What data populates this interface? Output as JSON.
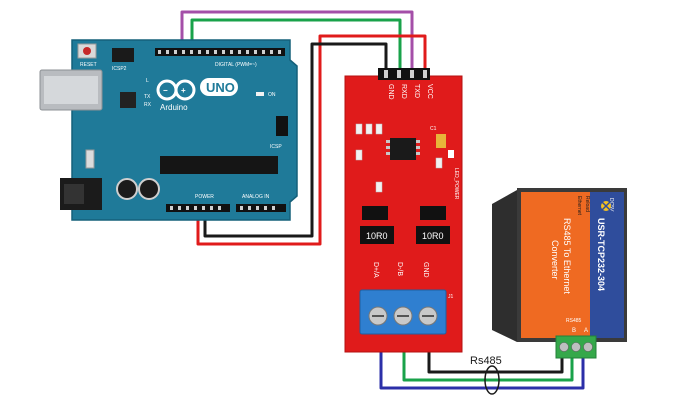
{
  "colors": {
    "arduino_board": "#1f7a99",
    "arduino_board_edge": "#15607a",
    "rs485_board": "#e01b1b",
    "converter_orange": "#ef6a22",
    "converter_blue": "#2f4d9c",
    "converter_case": "#3a3a3a",
    "wire_red": "#e01b1b",
    "wire_black": "#1a1a1a",
    "wire_green": "#19a24a",
    "wire_purple": "#a44fa8",
    "wire_blue": "#2b2fa8",
    "terminal_blue": "#2f7fd0",
    "terminal_green": "#35a84a"
  },
  "arduino": {
    "brand": "Arduino",
    "model": "UNO",
    "reset_label": "RESET",
    "icsp2_label": "ICSP2",
    "icsp_label": "ICSP",
    "digital_label": "DIGITAL (PWM=~)",
    "power_label": "POWER",
    "analog_label": "ANALOG IN",
    "tx_label": "TX",
    "rx_label": "RX",
    "l_label": "L",
    "on_label": "ON"
  },
  "rs485_module": {
    "top_pins": [
      "GND",
      "RXD",
      "TXD",
      "VCC"
    ],
    "resistor_a": "10R0",
    "resistor_b": "10R0",
    "led_label": "LED_POWER",
    "c1_label": "C1",
    "terminals": [
      "D+/A",
      "D-/B",
      "GND"
    ],
    "j1_label": "J1"
  },
  "converter": {
    "model": "USR-TCP232-304",
    "description_line1": "RS485 To Ethernet",
    "description_line2": "Converter",
    "dc_label": "DC5V",
    "side_label_1": "Reload",
    "side_label_2": "Ethernet",
    "rs485_label": "RS485",
    "terminal_labels": [
      "B",
      "A"
    ]
  },
  "bus_label": "Rs485"
}
